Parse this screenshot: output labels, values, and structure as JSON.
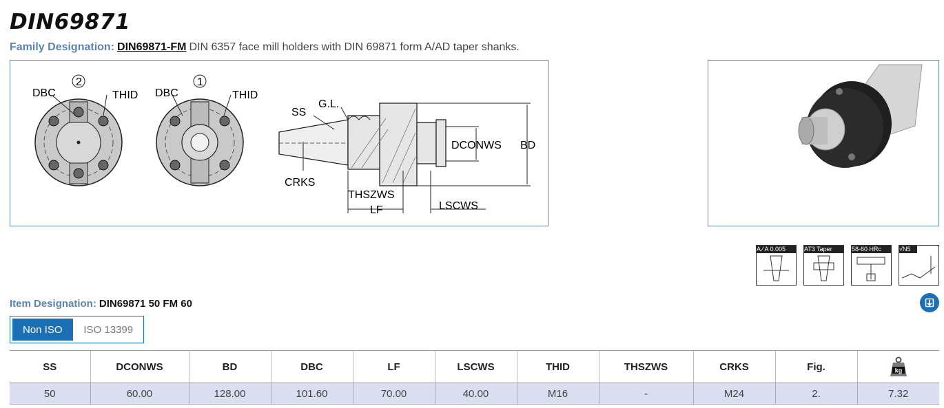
{
  "header": {
    "title": "DIN69871",
    "family_label": "Family Designation:",
    "family_code": "DIN69871-FM",
    "family_desc": "DIN 6357 face mill holders with DIN 69871 form A/AD taper shanks."
  },
  "drawing": {
    "fig2_num": "2",
    "fig1_num": "1",
    "labels": {
      "dbc": "DBC",
      "thid": "THID",
      "ss": "SS",
      "gl": "G.L.",
      "dconws": "DCONWS",
      "bd": "BD",
      "crks": "CRKS",
      "thszws": "THSZWS",
      "lf": "LF",
      "lscws": "LSCWS"
    }
  },
  "features": [
    {
      "label": "A ⁄ A 0.005",
      "icon": "runout-icon"
    },
    {
      "label": "AT3 Taper",
      "icon": "taper-icon"
    },
    {
      "label": "58-60 HRc",
      "icon": "hardness-icon"
    },
    {
      "label": "√N5",
      "icon": "surface-finish-icon"
    }
  ],
  "item": {
    "label": "Item Designation:",
    "value": "DIN69871 50 FM 60"
  },
  "toggle": {
    "active": "Non ISO",
    "inactive": "ISO 13399"
  },
  "table": {
    "headers": [
      "SS",
      "DCONWS",
      "BD",
      "DBC",
      "LF",
      "LSCWS",
      "THID",
      "THSZWS",
      "CRKS",
      "Fig."
    ],
    "weight_label": "kg",
    "rows": [
      [
        "50",
        "60.00",
        "128.00",
        "101.60",
        "70.00",
        "40.00",
        "M16",
        "-",
        "M24",
        "2.",
        "7.32"
      ]
    ]
  },
  "colors": {
    "accent": "#1a6fb5",
    "label_blue": "#5b84b1",
    "row_bg": "#d9def0"
  }
}
